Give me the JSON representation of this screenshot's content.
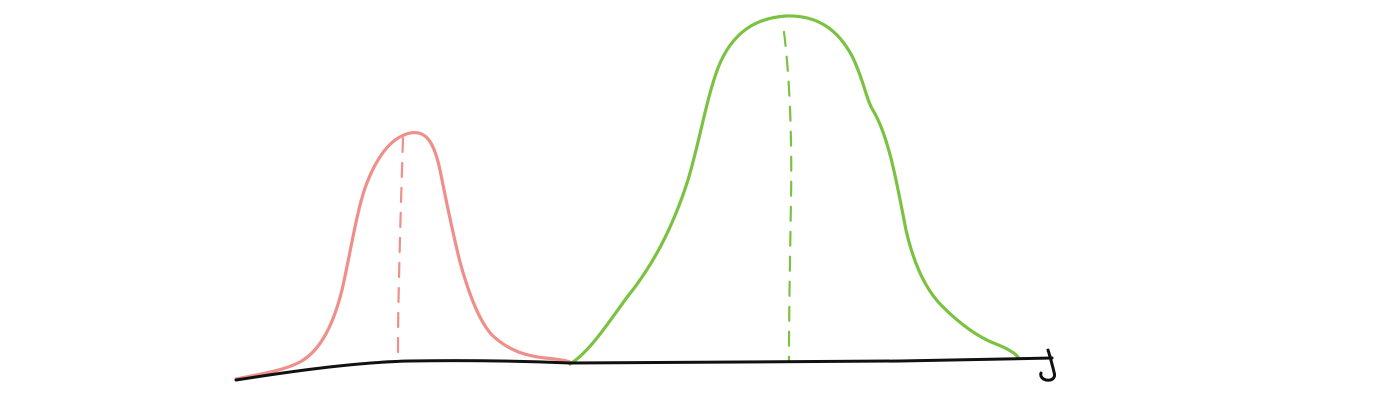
{
  "diagram": {
    "axis": {
      "color": "#111111",
      "end_mark": "arrow-hook"
    },
    "distributions": [
      {
        "id": "pink",
        "color": "#ef8f8a",
        "shape": "bell",
        "relative_height": 0.66,
        "spread": "narrow",
        "peak_marker": "dashed-vertical"
      },
      {
        "id": "green",
        "color": "#7cc242",
        "shape": "bell",
        "relative_height": 1.0,
        "spread": "wide",
        "peak_marker": "dashed-vertical"
      }
    ]
  }
}
